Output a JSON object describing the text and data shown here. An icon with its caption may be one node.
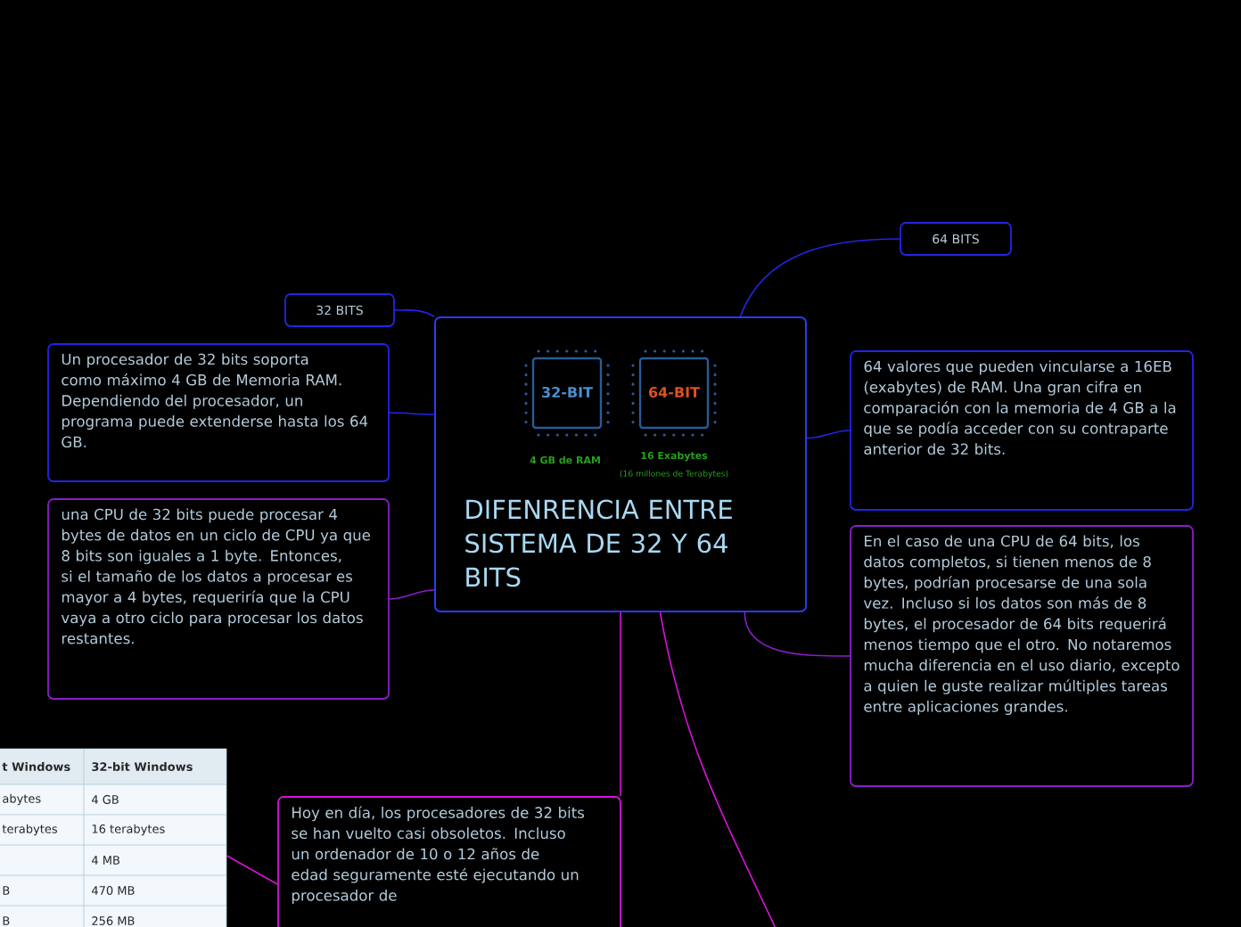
{
  "diagram": {
    "nodes": [
      {
        "text": [
          "32-BIT",
          "64-BIT",
          "4 GB de RAM",
          "16 Exabytes",
          "(16 millones de Terabytes)",
          "DIFENRENCIA ENTRE SISTEMA DE 32 Y 64 BITS"
        ]
      },
      {
        "text": [
          "32 BITS"
        ]
      },
      {
        "text": [
          "64 BITS"
        ]
      },
      {
        "text": [
          "Un procesador de 32 bits soporta como máximo 4 GB de Memoria RAM. Dependiendo del procesador, un programa puede extenderse hasta los 64 GB."
        ]
      },
      {
        "text": [
          "una CPU de 32 bits puede procesar 4 bytes de datos en un ciclo de CPU ya que 8 bits son iguales a 1 byte. Entonces, si el tamaño de los datos a procesar es mayor a 4 bytes, requeriría que la CPU vaya a otro ciclo para procesar los datos restantes."
        ]
      },
      {
        "text": [
          "64 valores que pueden vincularse a 16EB (exabytes) de RAM. Una gran cifra en comparación con la memoria de 4 GB a la que se podía acceder con su contraparte anterior de 32 bits."
        ]
      },
      {
        "text": [
          "En el caso de una CPU de 64 bits, los datos completos, si tienen menos de 8 bytes, podrían procesarse de una sola vez. Incluso si los datos son más de 8 bytes, el procesador de 64 bits requerirá menos tiempo que el otro. No notaremos mucha diferencia en el uso diario, excepto a quien le guste realizar múltiples tareas entre aplicaciones grandes."
        ]
      },
      {
        "text": [
          "Hoy en día, los procesadores de 32 bits se han vuelto casi obsoletos. Incluso un ordenador de 10 o 12 años de edad seguramente esté ejecutando un procesador de"
        ]
      },
      {
        "text": [
          "t Windows",
          "32-bit Windows",
          "abytes",
          "4 GB",
          "terabytes",
          "16 terabytes",
          "4 MB",
          "B",
          "470 MB",
          "B",
          "256 MB"
        ]
      }
    ],
    "edges": [
      {
        "from": 0,
        "to": 1,
        "arrow": "none"
      },
      {
        "from": 0,
        "to": 2,
        "arrow": "none"
      },
      {
        "from": 0,
        "to": 3,
        "arrow": "none"
      },
      {
        "from": 0,
        "to": 4,
        "arrow": "none",
        "color": "#8a1ec8"
      },
      {
        "from": 0,
        "to": 5,
        "arrow": "none"
      },
      {
        "from": 0,
        "to": 6,
        "arrow": "none",
        "color": "#8a1ec8"
      },
      {
        "from": 0,
        "to": 7,
        "arrow": "none",
        "color": "#d812d8"
      },
      {
        "from": 7,
        "to": 8,
        "arrow": "none",
        "color": "#d812d8"
      },
      {
        "from": 0,
        "to": null,
        "arrow": "none",
        "color": "#d812d8"
      }
    ]
  }
}
